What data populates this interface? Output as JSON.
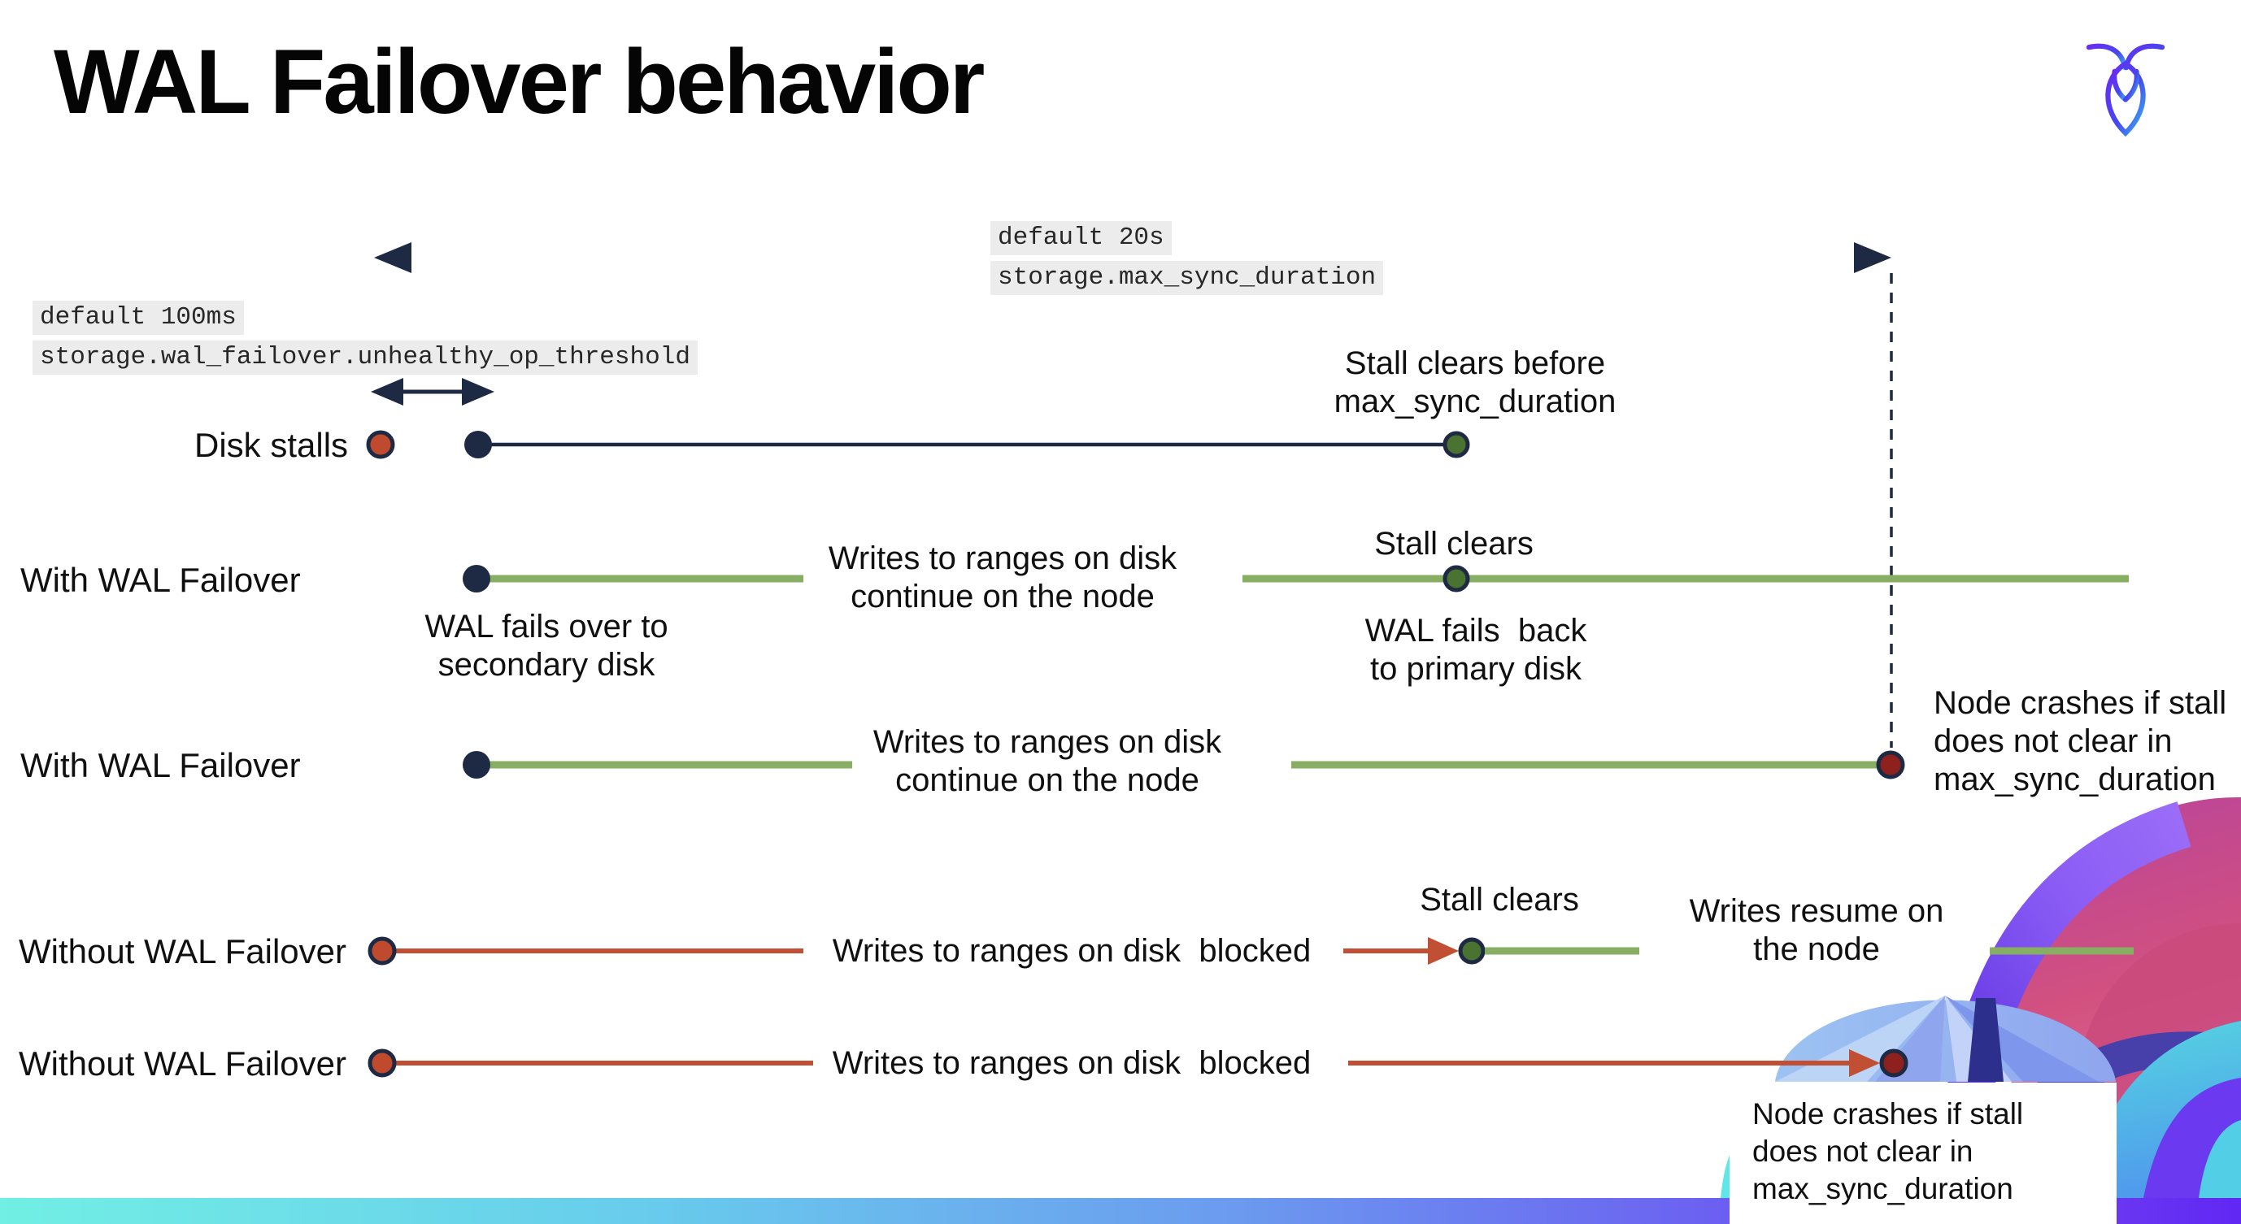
{
  "title": "WAL Failover behavior",
  "logo_label": "CockroachDB",
  "colors": {
    "navy": "#1e2a43",
    "red": "#bf4a2e",
    "dark_red": "#8e201d",
    "green_dot": "#4a7230",
    "green_line": "#87ae62",
    "red_line": "#c04f33",
    "code_bg": "#ececec",
    "text": "#0d0d0d",
    "bar_left_cyan": "#71efe4",
    "bar_right_violet": "#6127f3",
    "art_pink": "#d2517f",
    "art_violet": "#6b3af0",
    "art_cyan": "#56d8e0"
  },
  "annotations": {
    "max_sync_duration": {
      "default_label": "default 20s",
      "setting": "storage.max_sync_duration"
    },
    "unhealthy_op_threshold": {
      "default_label": "default 100ms",
      "setting": "storage.wal_failover.unhealthy_op_threshold"
    }
  },
  "rows": {
    "disk_stalls": {
      "label": "Disk stalls",
      "stall_clears": "Stall clears before\nmax_sync_duration"
    },
    "with_wal_failover_1": {
      "label": "With WAL Failover",
      "writes": "Writes to ranges on disk\ncontinue on the node",
      "stall_clears": "Stall clears",
      "failover_note": "WAL fails over to\nsecondary disk",
      "failback_note": "WAL fails  back\nto primary disk"
    },
    "with_wal_failover_2": {
      "label": "With WAL Failover",
      "writes": "Writes to ranges on disk\ncontinue on the node",
      "crash_note": "Node crashes if stall\ndoes not clear in\nmax_sync_duration"
    },
    "without_wal_failover_1": {
      "label": "Without WAL Failover",
      "writes": "Writes to ranges on disk  blocked",
      "stall_clears": "Stall clears",
      "resume_note": "Writes resume on\nthe node"
    },
    "without_wal_failover_2": {
      "label": "Without WAL Failover",
      "writes": "Writes to ranges on disk  blocked",
      "crash_note": "Node crashes if stall\ndoes not clear in\nmax_sync_duration"
    }
  }
}
